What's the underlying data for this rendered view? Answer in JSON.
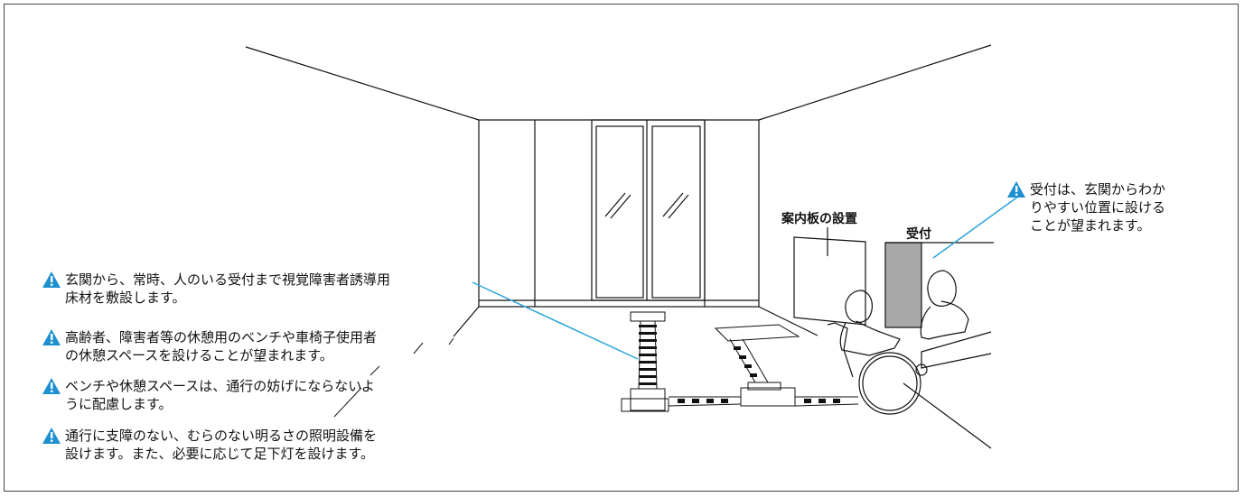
{
  "labels": {
    "guide_board": "案内板の設置",
    "reception": "受付"
  },
  "notes": {
    "reception_position": [
      "受付は、玄関からわか",
      "りやすい位置に設ける",
      "ことが望まれます。"
    ],
    "tactile_paving": [
      "玄関から、常時、人のいる受付まで視覚障害者誘導用",
      "床材を敷設します。"
    ],
    "rest_space": [
      "高齢者、障害者等の休憩用のベンチや車椅子使用者",
      "の休憩スペースを設けることが望まれます。"
    ],
    "bench_placement": [
      "ベンチや休憩スペースは、通行の妨げにならないよ",
      "うに配慮します。"
    ],
    "lighting": [
      "通行に支障のない、むらのない明るさの照明設備を",
      "設けます。また、必要に応じて足下灯を設けます。"
    ]
  },
  "colors": {
    "warning_icon": "#1E90D0",
    "leader_line": "#2AA4DC",
    "reception_panel": "#A9A9A9",
    "line": "#111111"
  },
  "icon_names": [
    "warning-icon"
  ]
}
